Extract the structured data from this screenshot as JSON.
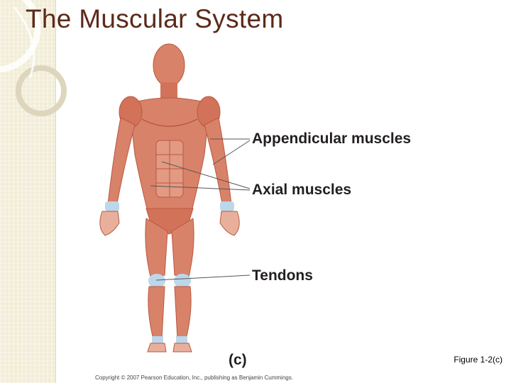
{
  "slide": {
    "title": "The Muscular System",
    "figure_ref": "Figure 1-2(c)"
  },
  "figure": {
    "labels": {
      "appendicular": "Appendicular muscles",
      "axial": "Axial muscles",
      "tendons": "Tendons"
    },
    "panel_label": "(c)",
    "copyright": "Copyright © 2007 Pearson Education, Inc., publishing as Benjamin Cummings."
  },
  "colors": {
    "sidebar": "#f1ecd6",
    "title": "#5b2a1a",
    "muscle": "#d9826a",
    "muscle_dark": "#b9583f",
    "tendon": "#bcd7ea"
  }
}
